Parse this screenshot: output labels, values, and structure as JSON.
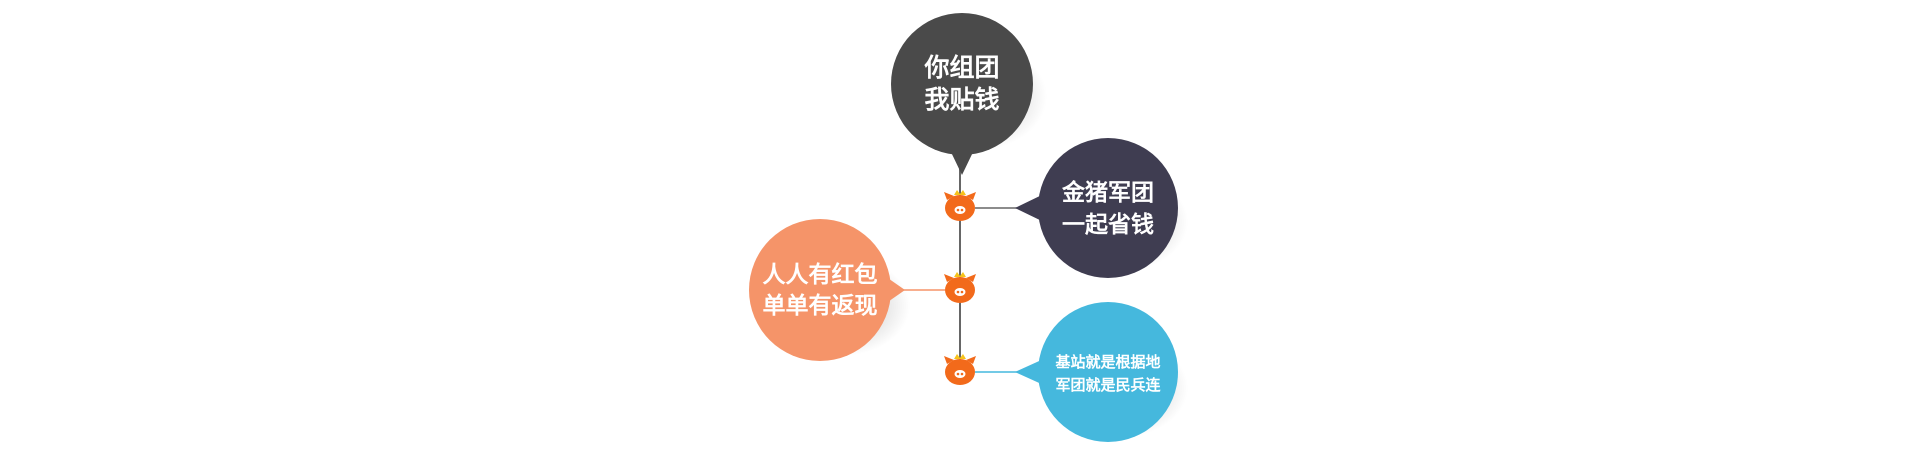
{
  "bubbles": {
    "top": {
      "line1": "你组团",
      "line2": "我贴钱",
      "color": "#4a4a4a"
    },
    "upper_right": {
      "line1": "金猪军团",
      "line2": "一起省钱",
      "color": "#3f3d51"
    },
    "left": {
      "line1": "人人有红包",
      "line2": "单单有返现",
      "color": "#f59469"
    },
    "lower_right": {
      "line1": "基站就是根据地",
      "line2": "军团就是民兵连",
      "color": "#45b8dd"
    }
  },
  "colors": {
    "timeline": "#666666",
    "pig": "#f26a1b",
    "pig_crown": "#f7c31a"
  },
  "icons": [
    "pig-icon",
    "pig-icon",
    "pig-icon"
  ]
}
